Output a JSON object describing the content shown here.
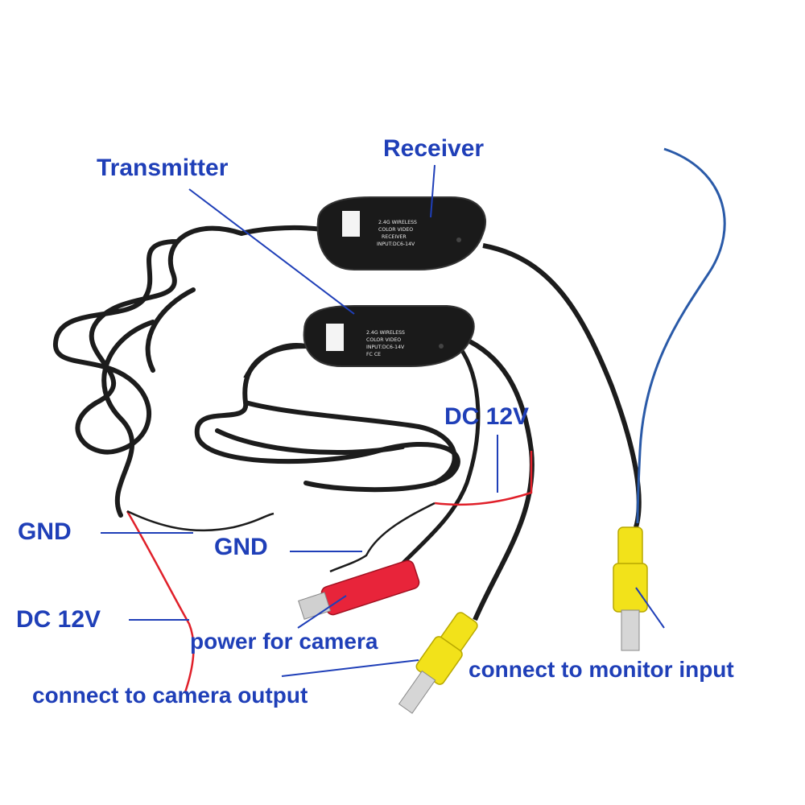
{
  "labels": {
    "transmitter": "Transmitter",
    "receiver": "Receiver",
    "dc12v_right": "DC 12V",
    "gnd_left": "GND",
    "gnd_mid": "GND",
    "dc12v_left": "DC 12V",
    "power_for_camera": "power for camera",
    "connect_camera_output": "connect to camera output",
    "connect_monitor_input": "connect to monitor input"
  },
  "receiver_module": {
    "line1": "2.4G WIRELESS",
    "line2": "COLOR  VIDEO",
    "line3": "RECEIVER",
    "line4": "INPUT:DC6-14V"
  },
  "transmitter_module": {
    "line1": "2.4G WIRELESS",
    "line2": "COLOR  VIDEO",
    "line3": "INPUT:DC6-14V",
    "line4": "FC CE"
  },
  "colors": {
    "label_blue": "#1f3fb8",
    "cable_black": "#1c1c1c",
    "wire_red": "#e0202a",
    "wire_blue": "#2a5aa8",
    "rca_yellow": "#f2e21a",
    "dc_plug_red": "#e8243a"
  }
}
